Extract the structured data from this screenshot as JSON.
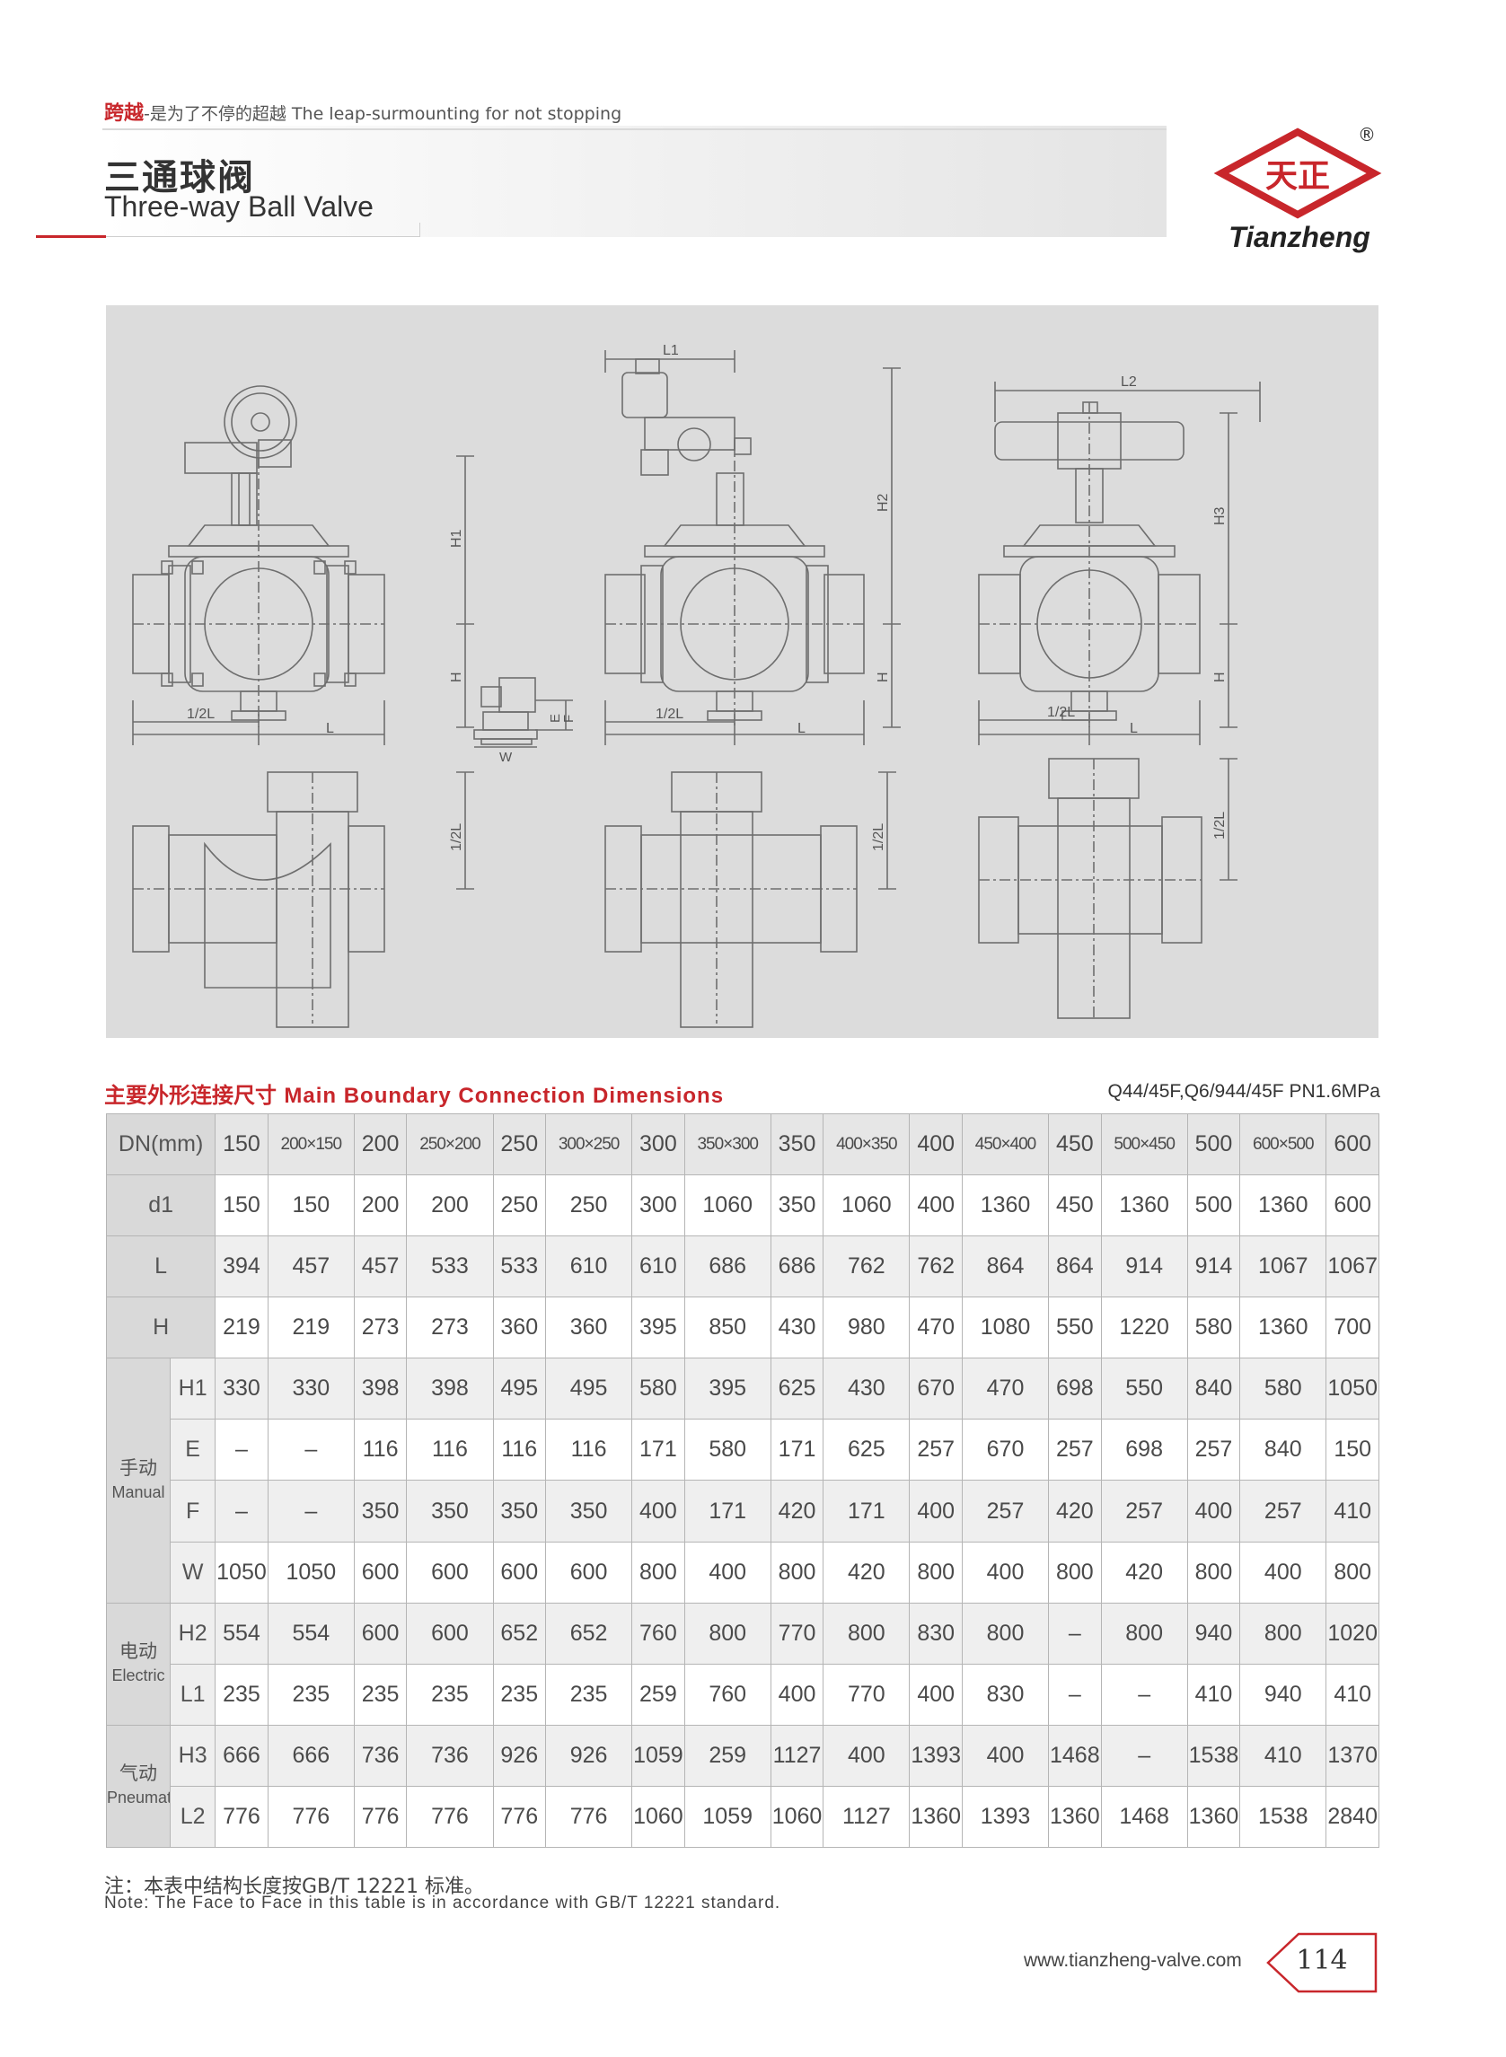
{
  "header": {
    "tagline_cn": "跨越",
    "tagline_cn_rest": "-是为了不停的超越",
    "tagline_en": "The leap-surmounting for not stopping",
    "title_cn": "三通球阀",
    "title_en": "Three-way Ball Valve"
  },
  "logo": {
    "cn": "天正",
    "en": "Tianzheng",
    "registered": "®",
    "color": "#c8262b"
  },
  "drawing": {
    "labels": {
      "l1": "L1",
      "l2": "L2",
      "h1": "H1",
      "h2": "H2",
      "h3": "H3",
      "h": "H",
      "half_l": "1/2L",
      "l": "L",
      "e": "E",
      "f": "F",
      "w": "W"
    }
  },
  "section": {
    "title_cn": "主要外形连接尺寸",
    "title_en": "Main Boundary Connection Dimensions",
    "model": "Q44/45F,Q6/944/45F  PN1.6MPa"
  },
  "table": {
    "dn_label": "DN(mm)",
    "dn": [
      "150",
      "200×150",
      "200",
      "250×200",
      "250",
      "300×250",
      "300",
      "350×300",
      "350",
      "400×350",
      "400",
      "450×400",
      "450",
      "500×450",
      "500",
      "600×500",
      "600"
    ],
    "groups": {
      "manual_cn": "手动",
      "manual_en": "Manual",
      "electric_cn": "电动",
      "electric_en": "Electric",
      "pneumatic_cn": "气动",
      "pneumatic_en": "Pneumatic"
    },
    "rows": [
      {
        "label": "d1",
        "values": [
          "150",
          "150",
          "200",
          "200",
          "250",
          "250",
          "300",
          "1060",
          "350",
          "1060",
          "400",
          "1360",
          "450",
          "1360",
          "500",
          "1360",
          "600"
        ]
      },
      {
        "label": "L",
        "values": [
          "394",
          "457",
          "457",
          "533",
          "533",
          "610",
          "610",
          "686",
          "686",
          "762",
          "762",
          "864",
          "864",
          "914",
          "914",
          "1067",
          "1067"
        ]
      },
      {
        "label": "H",
        "values": [
          "219",
          "219",
          "273",
          "273",
          "360",
          "360",
          "395",
          "850",
          "430",
          "980",
          "470",
          "1080",
          "550",
          "1220",
          "580",
          "1360",
          "700"
        ]
      },
      {
        "label": "H1",
        "values": [
          "330",
          "330",
          "398",
          "398",
          "495",
          "495",
          "580",
          "395",
          "625",
          "430",
          "670",
          "470",
          "698",
          "550",
          "840",
          "580",
          "1050"
        ]
      },
      {
        "label": "E",
        "values": [
          "–",
          "–",
          "116",
          "116",
          "116",
          "116",
          "171",
          "580",
          "171",
          "625",
          "257",
          "670",
          "257",
          "698",
          "257",
          "840",
          "150"
        ]
      },
      {
        "label": "F",
        "values": [
          "–",
          "–",
          "350",
          "350",
          "350",
          "350",
          "400",
          "171",
          "420",
          "171",
          "400",
          "257",
          "420",
          "257",
          "400",
          "257",
          "410"
        ]
      },
      {
        "label": "W",
        "values": [
          "1050",
          "1050",
          "600",
          "600",
          "600",
          "600",
          "800",
          "400",
          "800",
          "420",
          "800",
          "400",
          "800",
          "420",
          "800",
          "400",
          "800"
        ]
      },
      {
        "label": "H2",
        "values": [
          "554",
          "554",
          "600",
          "600",
          "652",
          "652",
          "760",
          "800",
          "770",
          "800",
          "830",
          "800",
          "–",
          "800",
          "940",
          "800",
          "1020"
        ]
      },
      {
        "label": "L1",
        "values": [
          "235",
          "235",
          "235",
          "235",
          "235",
          "235",
          "259",
          "760",
          "400",
          "770",
          "400",
          "830",
          "–",
          "–",
          "410",
          "940",
          "410"
        ]
      },
      {
        "label": "H3",
        "values": [
          "666",
          "666",
          "736",
          "736",
          "926",
          "926",
          "1059",
          "259",
          "1127",
          "400",
          "1393",
          "400",
          "1468",
          "–",
          "1538",
          "410",
          "1370"
        ]
      },
      {
        "label": "L2",
        "values": [
          "776",
          "776",
          "776",
          "776",
          "776",
          "776",
          "1060",
          "1059",
          "1060",
          "1127",
          "1360",
          "1393",
          "1360",
          "1468",
          "1360",
          "1538",
          "2840"
        ]
      }
    ]
  },
  "notes": {
    "cn": "注：本表中结构长度按GB/T 12221 标准。",
    "en": "Note: The Face to Face in this table is in accordance with GB/T 12221 standard."
  },
  "footer": {
    "website": "www.tianzheng-valve.com",
    "page": "114"
  }
}
